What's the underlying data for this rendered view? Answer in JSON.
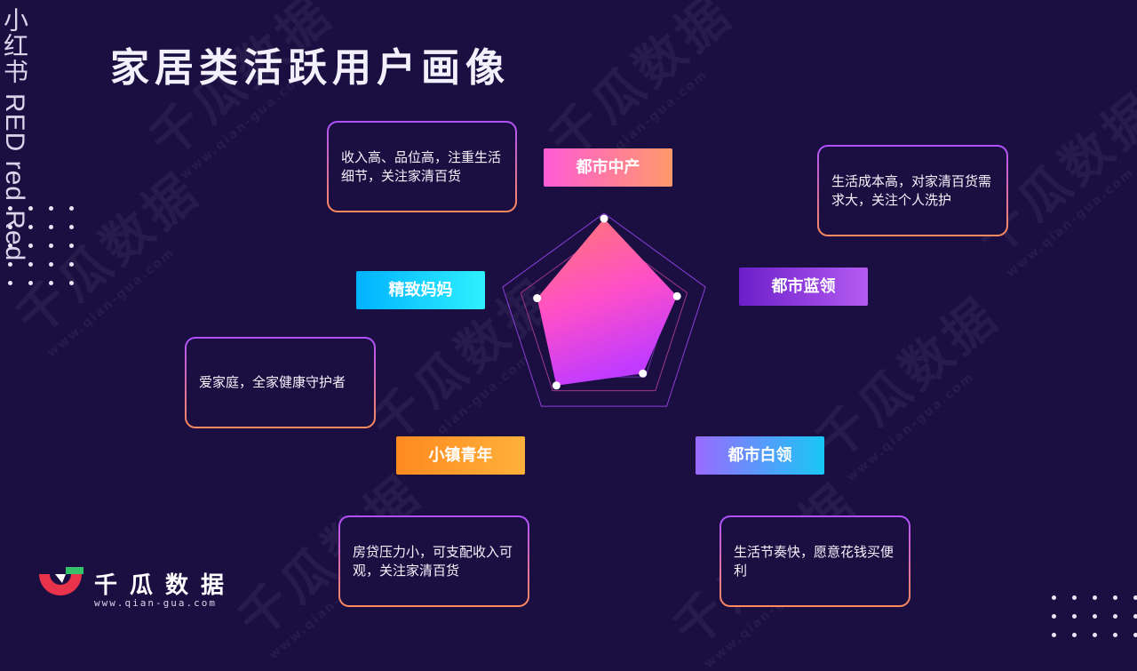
{
  "side_brand": {
    "cn": "小红书",
    "en": "RED red Red"
  },
  "title": "家居类活跃用户画像",
  "watermark": {
    "text": "千瓜数据",
    "url": "www.qian-gua.com"
  },
  "segments": [
    {
      "tag": "都市中产",
      "desc": "收入高、品位高，注重生活细节，关注家清百货",
      "color_from": "#ff5bd6",
      "color_to": "#ff9a6a"
    },
    {
      "tag": "都市蓝领",
      "desc": "生活成本高，对家清百货需求大，关注个人洗护",
      "color_from": "#6c1fc9",
      "color_to": "#b45bf2"
    },
    {
      "tag": "都市白领",
      "desc": "生活节奏快，愿意花钱买便利",
      "color_from": "#9a6bff",
      "color_to": "#18c7f5"
    },
    {
      "tag": "小镇青年",
      "desc": "房贷压力小，可支配收入可观，关注家清百货",
      "color_from": "#ff8a1f",
      "color_to": "#ffb13b"
    },
    {
      "tag": "精致妈妈",
      "desc": "爱家庭，全家健康守护者",
      "color_from": "#00b2ff",
      "color_to": "#2ff0ff"
    }
  ],
  "radar": {
    "axes": [
      "都市中产",
      "都市蓝领",
      "都市白领",
      "小镇青年",
      "精致妈妈"
    ],
    "values": [
      0.95,
      0.72,
      0.62,
      0.76,
      0.66
    ]
  },
  "logo": {
    "name": "千瓜数据",
    "url": "www.qian-gua.com"
  },
  "colors": {
    "background": "#1b0f42",
    "card_border_top": "#b050ff",
    "card_border_bottom": "#ff8a5c",
    "radar_from": "#ff7a6e",
    "radar_to": "#c13bff"
  }
}
